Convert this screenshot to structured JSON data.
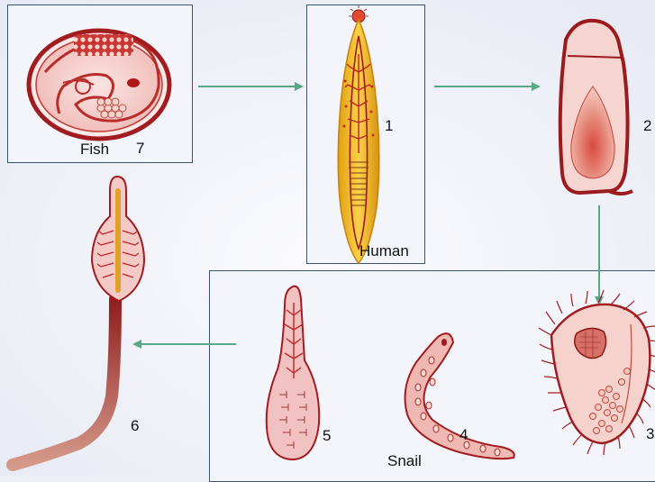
{
  "labels": {
    "fish": "Fish",
    "human": "Human",
    "snail": "Snail",
    "n1": "1",
    "n2": "2",
    "n3": "3",
    "n4": "4",
    "n5": "5",
    "n6": "6",
    "n7": "7"
  },
  "colors": {
    "arrow": "#5aa888",
    "frame": "#3d5372",
    "background": "#eef0f6",
    "wall": "#b31e22",
    "tissue": "#f2c2c2",
    "adult_worm": "#f0b820"
  },
  "stages": [
    {
      "number": "7",
      "host": "Fish",
      "icon": "encysted-metacercaria-icon"
    },
    {
      "number": "1",
      "host": "Human",
      "icon": "adult-worm-icon"
    },
    {
      "number": "2",
      "host": "",
      "icon": "egg-icon"
    },
    {
      "number": "3",
      "host": "",
      "icon": "miracidium-icon"
    },
    {
      "number": "4",
      "host": "Snail",
      "icon": "redia-icon"
    },
    {
      "number": "5",
      "host": "",
      "icon": "sporocyst-icon"
    },
    {
      "number": "6",
      "host": "",
      "icon": "cercaria-icon"
    }
  ]
}
